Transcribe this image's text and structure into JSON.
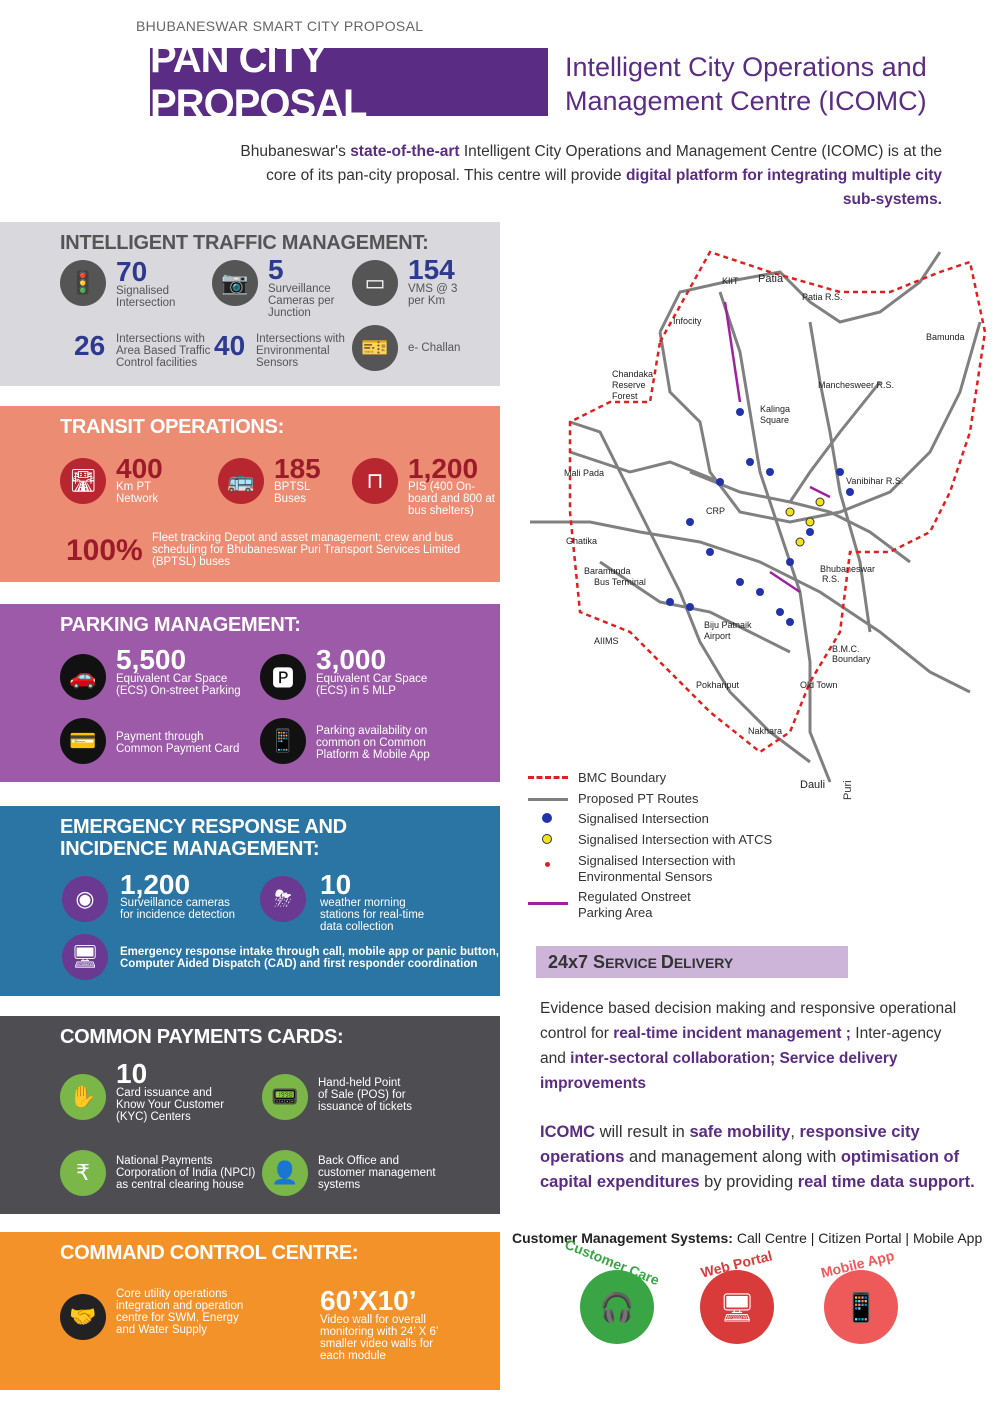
{
  "header": {
    "top_label": "BHUBANESWAR SMART CITY PROPOSAL",
    "title": "PAN CITY PROPOSAL",
    "subtitle_line1": "Intelligent City Operations and",
    "subtitle_line2": "Management Centre (ICOMC)"
  },
  "intro": {
    "t1": "Bhubaneswar's ",
    "h1": "state-of-the-art",
    "t2": " Intelligent City Operations and Management Centre (ICOMC) is at the core of its pan-city proposal. This centre will provide ",
    "h2": "digital platform for integrating multiple city sub-systems."
  },
  "traffic": {
    "title": "INTELLIGENT TRAFFIC MANAGEMENT:",
    "items": [
      {
        "value": "70",
        "label1": "Signalised",
        "label2": "Intersection",
        "label3": ""
      },
      {
        "value": "5",
        "label1": "Surveillance",
        "label2": "Cameras per",
        "label3": "Junction"
      },
      {
        "value": "154",
        "label1": "VMS @ 3",
        "label2": "per Km",
        "label3": ""
      },
      {
        "value": "26",
        "label1": "Intersections with",
        "label2": "Area Based Traffic",
        "label3": "Control facilities"
      },
      {
        "value": "40",
        "label1": "Intersections with",
        "label2": "Environmental",
        "label3": "Sensors"
      },
      {
        "value": "",
        "label1": "e- Challan",
        "label2": "",
        "label3": ""
      }
    ]
  },
  "transit": {
    "title": "TRANSIT OPERATIONS:",
    "items": [
      {
        "value": "400",
        "label1": "Km PT",
        "label2": "Network",
        "label3": ""
      },
      {
        "value": "185",
        "label1": "BPTSL",
        "label2": "Buses",
        "label3": ""
      },
      {
        "value": "1,200",
        "label1": "PIS (400 On-",
        "label2": "board and 800 at",
        "label3": "bus shelters)"
      }
    ],
    "big": "100%",
    "big_l1": "Fleet tracking Depot and asset management; crew and bus",
    "big_l2": "scheduling for Bhubaneswar Puri Transport Services Limited",
    "big_l3": "(BPTSL) buses"
  },
  "parking": {
    "title": "PARKING MANAGEMENT:",
    "items": [
      {
        "value": "5,500",
        "label1": "Equivalent Car Space",
        "label2": "(ECS) On-street Parking"
      },
      {
        "value": "3,000",
        "label1": "Equivalent Car Space",
        "label2": "(ECS) in 5 MLP"
      },
      {
        "value": "",
        "label1": "Payment through",
        "label2": "Common Payment Card"
      },
      {
        "value": "",
        "label1": "Parking availability on",
        "label2": "common on Common",
        "label3": "Platform & Mobile App"
      }
    ]
  },
  "emergency": {
    "title1": "EMERGENCY RESPONSE AND",
    "title2": "INCIDENCE MANAGEMENT:",
    "items": [
      {
        "value": "1,200",
        "label1": "Surveillance cameras",
        "label2": "for incidence detection",
        "label3": ""
      },
      {
        "value": "10",
        "label1": "weather morning",
        "label2": "stations for real-time",
        "label3": "data collection"
      }
    ],
    "line1": "Emergency response intake through call, mobile app or panic button,",
    "line2": "Computer Aided Dispatch (CAD) and first responder coordination"
  },
  "payments": {
    "title": "COMMON PAYMENTS CARDS:",
    "items": [
      {
        "value": "10",
        "label1": "Card issuance and",
        "label2": "Know Your Customer",
        "label3": "(KYC) Centers"
      },
      {
        "value": "",
        "label1": "Hand-held Point",
        "label2": "of Sale (POS)  for",
        "label3": "issuance of tickets"
      },
      {
        "value": "",
        "label1": "National Payments",
        "label2": "Corporation of India (NPCI)",
        "label3": "as central clearing house"
      },
      {
        "value": "",
        "label1": "Back Office and",
        "label2": "customer management",
        "label3": "systems"
      }
    ]
  },
  "command": {
    "title": "COMMAND CONTROL CENTRE:",
    "l1": "Core utility operations",
    "l2": "integration and operation",
    "l3": "centre for SWM, Energy",
    "l4": "and Water Supply",
    "big": "60’X10’",
    "b1": "Video wall for overall",
    "b2": "monitoring with 24’ X 6’",
    "b3": "smaller video walls for",
    "b4": "each module"
  },
  "map": {
    "labels": [
      "KIIT",
      "Patia",
      "Patia R.S.",
      "Infocity",
      "Chandaka",
      "Reserve",
      "Forest",
      "Manchesweer R.S.",
      "Kalinga",
      "Square",
      "Mali Pada",
      "CRP",
      "Vanibihar R.S.",
      "Bhubaneswar",
      "R.S.",
      "Ghatika",
      "Baramunda",
      "Bus Terminal",
      "Biju Patnaik",
      "Airport",
      "B.M.C.",
      "Boundary",
      "AIIMS",
      "Old Town",
      "Pokhariput",
      "Dauli",
      "Puri",
      "Bamunda",
      "Nakhara"
    ],
    "legend": [
      "BMC Boundary",
      "Proposed PT Routes",
      "Signalised Intersection",
      "Signalised Intersection with ATCS",
      "Signalised Intersection with",
      "Environmental Sensors",
      "Regulated Onstreet",
      "Parking Area"
    ]
  },
  "service": {
    "title_a": "24x7 S",
    "title_b": "ERVICE ",
    "title_c": "D",
    "title_d": "ELIVERY"
  },
  "evidence": {
    "t1": "Evidence based decision making and responsive operational control for ",
    "h1": "real-time incident management ;",
    "t2": " Inter-agency and ",
    "h2": "inter-sectoral collaboration; Service delivery improvements"
  },
  "icomc": {
    "h1": "ICOMC",
    "t1": " will result in ",
    "h2": "safe mobility",
    "t2": ", ",
    "h3": "responsive city operations",
    "t3": " and management along with ",
    "h4": "optimisation of capital expenditures",
    "t4": " by providing ",
    "h5": "real time data support."
  },
  "cms": {
    "bold": "Customer Management Systems:",
    "rest": " Call Centre | Citizen Portal | Mobile App",
    "items": [
      "Customer Care",
      "Web Portal",
      "Mobile App"
    ]
  },
  "colors": {
    "purple": "#5b2c83",
    "green": "#3aa545",
    "red": "#d93a3a",
    "coral": "#ee5a5a"
  }
}
